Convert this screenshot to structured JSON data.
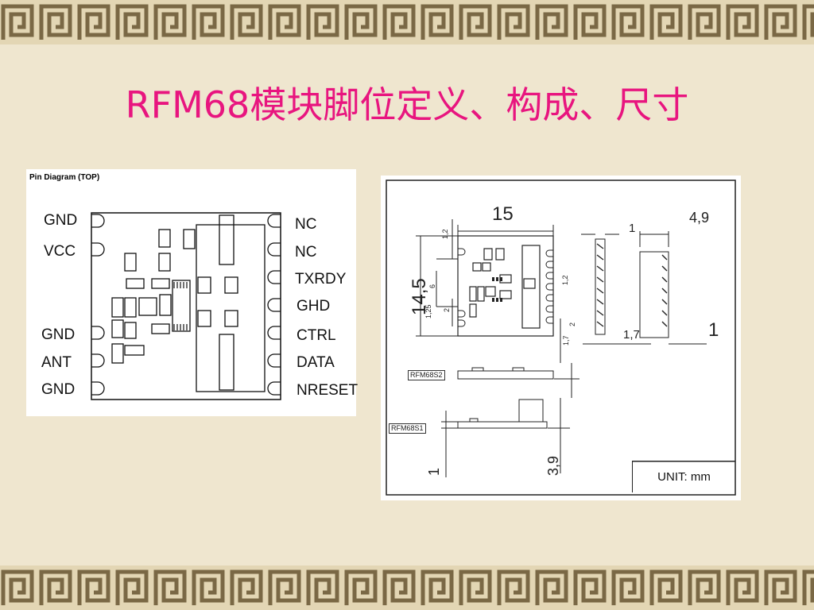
{
  "slide": {
    "title": "RFM68模块脚位定义、构成、尺寸"
  },
  "pin_diagram": {
    "title": "Pin Diagram (TOP)",
    "left_pins": [
      "GND",
      "VCC",
      "GND",
      "ANT",
      "GND"
    ],
    "right_pins": [
      "NC",
      "NC",
      "TXRDY",
      "GHD",
      "CTRL",
      "DATA",
      "NRESET"
    ]
  },
  "dimension_drawing": {
    "width": "15",
    "height": "14,5",
    "dim_1_2_top": "1,2",
    "dim_6": "6",
    "dim_1_25": "1,25",
    "dim_2_left": "2",
    "dim_1_2_right": "1,2",
    "dim_1_7_side": "1,7",
    "dim_2_right": "2",
    "dim_1_top": "1",
    "dim_4_9": "4,9",
    "dim_1_7_bottom": "1,7",
    "dim_1_right": "1",
    "dim_3_9": "3,9",
    "dim_1_bottom": "1",
    "model_s2": "RFM68S2",
    "model_s1": "RFM68S1",
    "unit": "UNIT: mm"
  },
  "colors": {
    "title": "#e8157f",
    "background": "#efe6cf",
    "border_dark": "#6b5a3a",
    "border_light": "#d8c9a3"
  }
}
